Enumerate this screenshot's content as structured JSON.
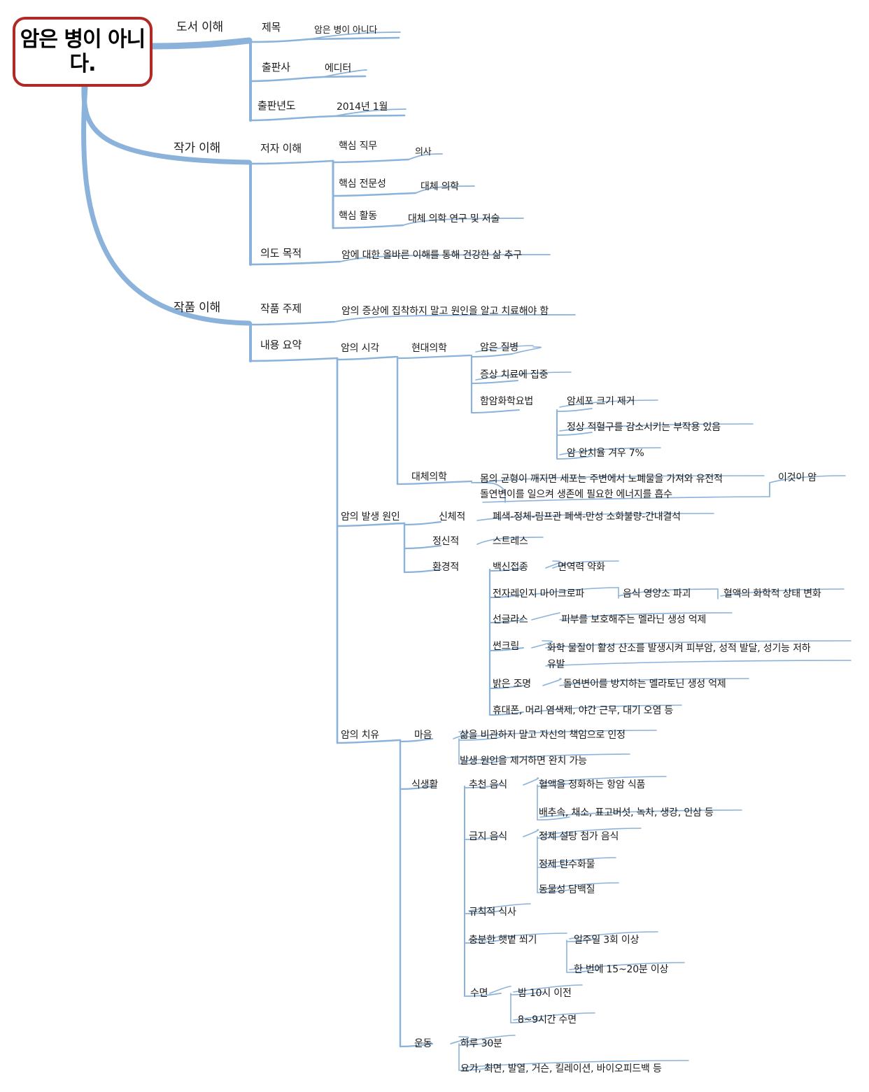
{
  "style": {
    "root_border_color": "#b02a25",
    "branch_color": "#8ab2da",
    "text_color": "#1b1b1b",
    "background": "#ffffff"
  },
  "root": {
    "label": "암은 병이\n아니다."
  },
  "branches": [
    {
      "label": "도서 이해",
      "children": [
        {
          "label": "제목",
          "children": [
            {
              "label": "암은 병이 아니다"
            }
          ]
        },
        {
          "label": "출판사",
          "children": [
            {
              "label": "에디터"
            }
          ]
        },
        {
          "label": "출판년도",
          "children": [
            {
              "label": "2014년 1월"
            }
          ]
        }
      ]
    },
    {
      "label": "작가 이해",
      "children": [
        {
          "label": "저자 이해",
          "children": [
            {
              "label": "핵심 직무",
              "children": [
                {
                  "label": "의사"
                }
              ]
            },
            {
              "label": "핵심 전문성",
              "children": [
                {
                  "label": "대체 의학"
                }
              ]
            },
            {
              "label": "핵심 활동",
              "children": [
                {
                  "label": "대체 의학 연구 및 저술"
                }
              ]
            }
          ]
        },
        {
          "label": "의도 목적",
          "children": [
            {
              "label": "암에 대한 올바른 이해를 통해 건강한 삶 추구"
            }
          ]
        }
      ]
    },
    {
      "label": "작품 이해",
      "children": [
        {
          "label": "작품 주제",
          "children": [
            {
              "label": "암의 증상에 집착하지 말고 원인을 알고 치료해야 함"
            }
          ]
        },
        {
          "label": "내용 요약",
          "children": [
            {
              "label": "암의 시각",
              "children": [
                {
                  "label": "현대의학",
                  "children": [
                    {
                      "label": "암은 질병"
                    },
                    {
                      "label": "증상 치료에 집중"
                    },
                    {
                      "label": "함암화학요법",
                      "children": [
                        {
                          "label": "암세포 크기 제거"
                        },
                        {
                          "label": "정상 적혈구를 감소시키는 부작용 있음"
                        },
                        {
                          "label": "암 완치율 겨우 7%"
                        }
                      ]
                    }
                  ]
                },
                {
                  "label": "대체의학",
                  "children": [
                    {
                      "label": "몸의 균형이 깨지면 세포는 주변에서 노폐물을 가져와 유전적\n돌연변이를 일으켜 생존에 필요한 에너지를 흡수",
                      "children": [
                        {
                          "label": "이것이 암"
                        }
                      ]
                    }
                  ]
                }
              ]
            },
            {
              "label": "암의 발생 원인",
              "children": [
                {
                  "label": "신체적",
                  "children": [
                    {
                      "label": "폐색-정체-림프관 폐색-만성 소화불량-간내결석"
                    }
                  ]
                },
                {
                  "label": "정신적",
                  "children": [
                    {
                      "label": "스트레스"
                    }
                  ]
                },
                {
                  "label": "환경적",
                  "children": [
                    {
                      "label": "백신접종",
                      "children": [
                        {
                          "label": "면역력 약화"
                        }
                      ]
                    },
                    {
                      "label": "전자레인지 마이크로파",
                      "children": [
                        {
                          "label": "음식 영양소 파괴",
                          "children": [
                            {
                              "label": "혈액의 화학적 상태 변화"
                            }
                          ]
                        }
                      ]
                    },
                    {
                      "label": "선글라스",
                      "children": [
                        {
                          "label": "피부를 보호해주는 멜라닌 생성 억제"
                        }
                      ]
                    },
                    {
                      "label": "썬크림",
                      "children": [
                        {
                          "label": "화학 물질이 활성 산소를 발생시켜 피부암, 성적 발달, 성기능 저하\n유발"
                        }
                      ]
                    },
                    {
                      "label": "밝은 조명",
                      "children": [
                        {
                          "label": "돌연변이를 방지하는 멜라토닌 생성 억제"
                        }
                      ]
                    },
                    {
                      "label": "휴대폰, 머리 염색제, 야간 근무, 대기 오염 등"
                    }
                  ]
                }
              ]
            },
            {
              "label": "암의 치유",
              "children": [
                {
                  "label": "마음",
                  "children": [
                    {
                      "label": "삶을 비관하지 말고 자신의 책임으로 인정"
                    },
                    {
                      "label": "발생 원인을 제거하면 완치 가능"
                    }
                  ]
                },
                {
                  "label": "식생활",
                  "children": [
                    {
                      "label": "추천 음식",
                      "children": [
                        {
                          "label": "혈액을 정화하는 항암 식품"
                        },
                        {
                          "label": "배추속, 채소, 표고버섯, 녹차, 생강, 인삼 등"
                        }
                      ]
                    },
                    {
                      "label": "금지 음식",
                      "children": [
                        {
                          "label": "정제 설탕 첨가 음식"
                        },
                        {
                          "label": "정제 탄수화물"
                        },
                        {
                          "label": "동물성 담백질"
                        }
                      ]
                    },
                    {
                      "label": "규칙적 식사"
                    },
                    {
                      "label": "충분한 햇볕 쐬기",
                      "children": [
                        {
                          "label": "일주일 3회 이상"
                        },
                        {
                          "label": "한 번에 15~20분 이상"
                        }
                      ]
                    },
                    {
                      "label": "수면",
                      "children": [
                        {
                          "label": "밤 10시 이전"
                        },
                        {
                          "label": "8~9시간 수면"
                        }
                      ]
                    }
                  ]
                },
                {
                  "label": "운동",
                  "children": [
                    {
                      "label": "하루 30분"
                    },
                    {
                      "label": "요가, 최면, 발열, 거슨, 킬레이션, 바이오피드백 등"
                    }
                  ]
                }
              ]
            }
          ]
        }
      ]
    }
  ],
  "nodes": {
    "b1": "도서 이해",
    "b1c1": "제목",
    "b1c1a": "암은 병이 아니다",
    "b1c2": "출판사",
    "b1c2a": "에디터",
    "b1c3": "출판년도",
    "b1c3a": "2014년 1월",
    "b2": "작가 이해",
    "b2c1": "저자 이해",
    "b2c1a": "핵심 직무",
    "b2c1a1": "의사",
    "b2c1b": "핵심 전문성",
    "b2c1b1": "대체 의학",
    "b2c1c": "핵심 활동",
    "b2c1c1": "대체 의학 연구 및 저술",
    "b2c2": "의도 목적",
    "b2c2a": "암에 대한 올바른 이해를 통해 건강한 삶 추구",
    "b3": "작품 이해",
    "b3c1": "작품 주제",
    "b3c1a": "암의 증상에 집착하지 말고 원인을 알고 치료해야 함",
    "b3c2": "내용 요약",
    "s1": "암의 시각",
    "s1a": "현대의학",
    "s1a1": "암은 질병",
    "s1a2": "증상 치료에 집중",
    "s1a3": "함암화학요법",
    "s1a3x": "암세포 크기 제거",
    "s1a3y": "정상 적혈구를 감소시키는 부작용 있음",
    "s1a3z": "암 완치율 겨우 7%",
    "s1b": "대체의학",
    "s1b1": "몸의 균형이 깨지면 세포는 주변에서 노폐물을 가져와 유전적\n돌연변이를 일으켜 생존에 필요한 에너지를 흡수",
    "s1b2": "이것이 암",
    "s2": "암의 발생 원인",
    "s2a": "신체적",
    "s2a1": "폐색-정체-림프관 폐색-만성 소화불량-간내결석",
    "s2b": "정신적",
    "s2b1": "스트레스",
    "s2c": "환경적",
    "s2c1": "백신접종",
    "s2c1a": "면역력 약화",
    "s2c2": "전자레인지 마이크로파",
    "s2c2a": "음식 영양소 파괴",
    "s2c2b": "혈액의 화학적 상태 변화",
    "s2c3": "선글라스",
    "s2c3a": "피부를 보호해주는 멜라닌 생성 억제",
    "s2c4": "썬크림",
    "s2c4a": "화학 물질이 활성 산소를 발생시켜 피부암, 성적 발달, 성기능 저하\n유발",
    "s2c5": "밝은 조명",
    "s2c5a": "돌연변이를 방지하는 멜라토닌 생성 억제",
    "s2c6": "휴대폰, 머리 염색제, 야간 근무, 대기 오염 등",
    "s3": "암의 치유",
    "s3a": "마음",
    "s3a1": "삶을 비관하지 말고 자신의 책임으로 인정",
    "s3a2": "발생 원인을 제거하면 완치 가능",
    "s3b": "식생활",
    "s3b1": "추천 음식",
    "s3b1a": "혈액을 정화하는 항암 식품",
    "s3b1b": "배추속, 채소, 표고버섯, 녹차, 생강, 인삼 등",
    "s3b2": "금지 음식",
    "s3b2a": "정제 설탕 첨가 음식",
    "s3b2b": "정제 탄수화물",
    "s3b2c": "동물성 담백질",
    "s3b3": "규칙적 식사",
    "s3b4": "충분한 햇볕 쐬기",
    "s3b4a": "일주일 3회 이상",
    "s3b4b": "한 번에 15~20분 이상",
    "s3b5": "수면",
    "s3b5a": "밤 10시 이전",
    "s3b5b": "8~9시간 수면",
    "s3c": "운동",
    "s3c1": "하루 30분",
    "s3c2": "요가, 최면, 발열, 거슨, 킬레이션, 바이오피드백 등"
  }
}
